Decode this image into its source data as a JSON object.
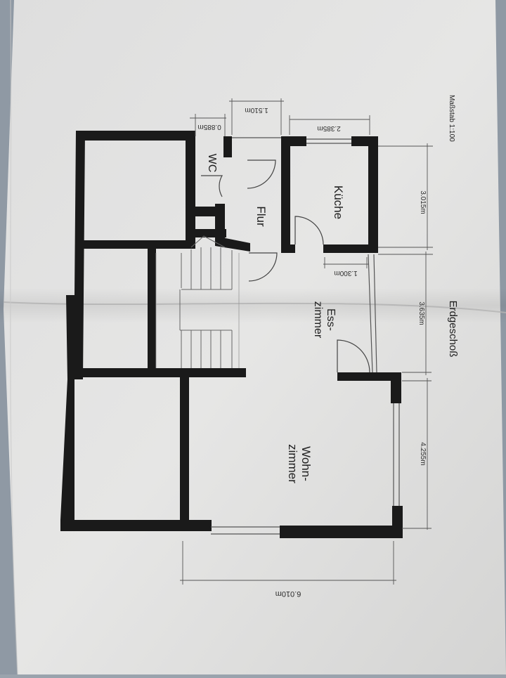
{
  "plan": {
    "scale": "Maßstab 1:100",
    "floor": "Erdgeschoß",
    "rooms": {
      "wc": "WC",
      "flur": "Flur",
      "kueche": "Küche",
      "ess_line1": "Ess-",
      "ess_line2": "zimmer",
      "wohn_line1": "Wohn-",
      "wohn_line2": "zimmer"
    },
    "dimensions": {
      "wc_width": "0.885m",
      "flur_width": "1.510m",
      "kueche_width": "2.385m",
      "kueche_depth": "3.015m",
      "door_width": "1.300m",
      "ess_depth": "3.635m",
      "wohn_depth": "4.255m",
      "total_width": "6.010m"
    }
  }
}
